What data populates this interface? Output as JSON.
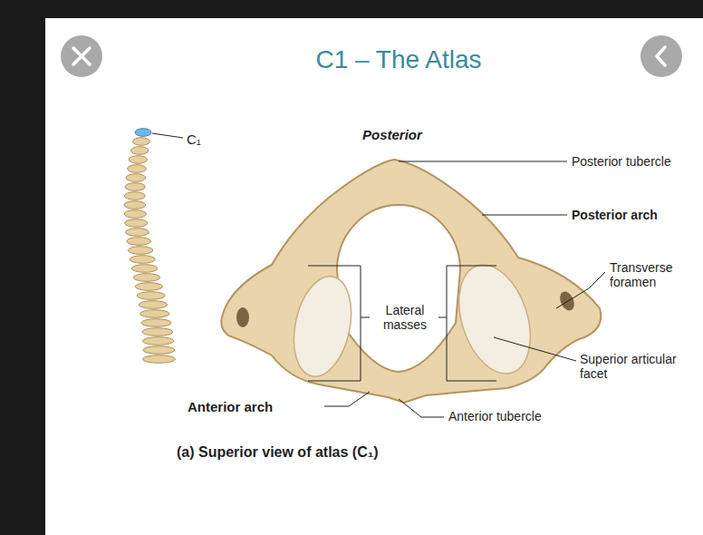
{
  "diagram": {
    "title": "C1 – The Atlas",
    "caption": "(a) Superior view of atlas (C₁)",
    "labels": [
      "C₁",
      "Posterior",
      "Posterior tubercle",
      "Posterior arch",
      "Transverse foramen",
      "Lateral masses",
      "Superior articular facet",
      "Anterior arch",
      "Anterior tubercle"
    ]
  }
}
